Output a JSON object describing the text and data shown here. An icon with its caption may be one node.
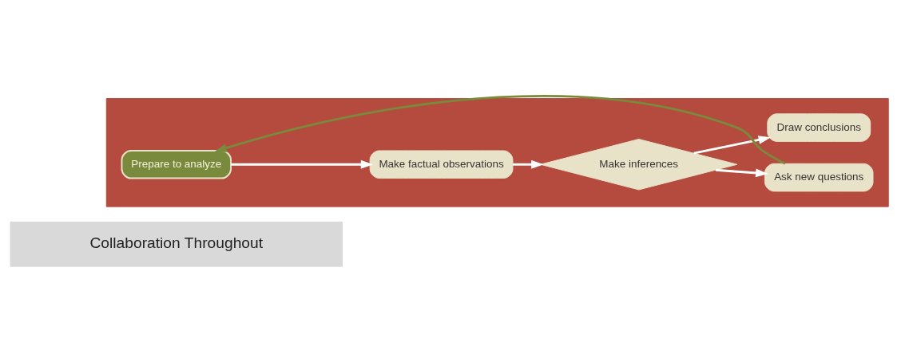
{
  "diagram": {
    "nodes": [
      {
        "text": [
          "Collaboration Throughout"
        ]
      },
      {
        "text": [],
        "shape": "arrow"
      },
      {
        "text": [
          "Prepare to analyze"
        ],
        "in": 1
      },
      {
        "text": [
          "Make factual observations"
        ],
        "in": 1
      },
      {
        "text": [
          "Make inferences"
        ],
        "in": 1
      },
      {
        "text": [
          "Ask new questions"
        ],
        "in": 1
      },
      {
        "text": [
          "Draw conclusions"
        ],
        "in": 1
      }
    ],
    "edges": [
      {
        "from": 2,
        "to": 3,
        "arrow": "to"
      },
      {
        "from": 3,
        "to": 4,
        "arrow": "to"
      },
      {
        "from": 4,
        "to": 5,
        "arrow": "to"
      },
      {
        "from": 4,
        "to": 6,
        "arrow": "to"
      },
      {
        "from": 5,
        "to": 2,
        "arrow": "to",
        "color": "#7a8a3c"
      }
    ]
  }
}
